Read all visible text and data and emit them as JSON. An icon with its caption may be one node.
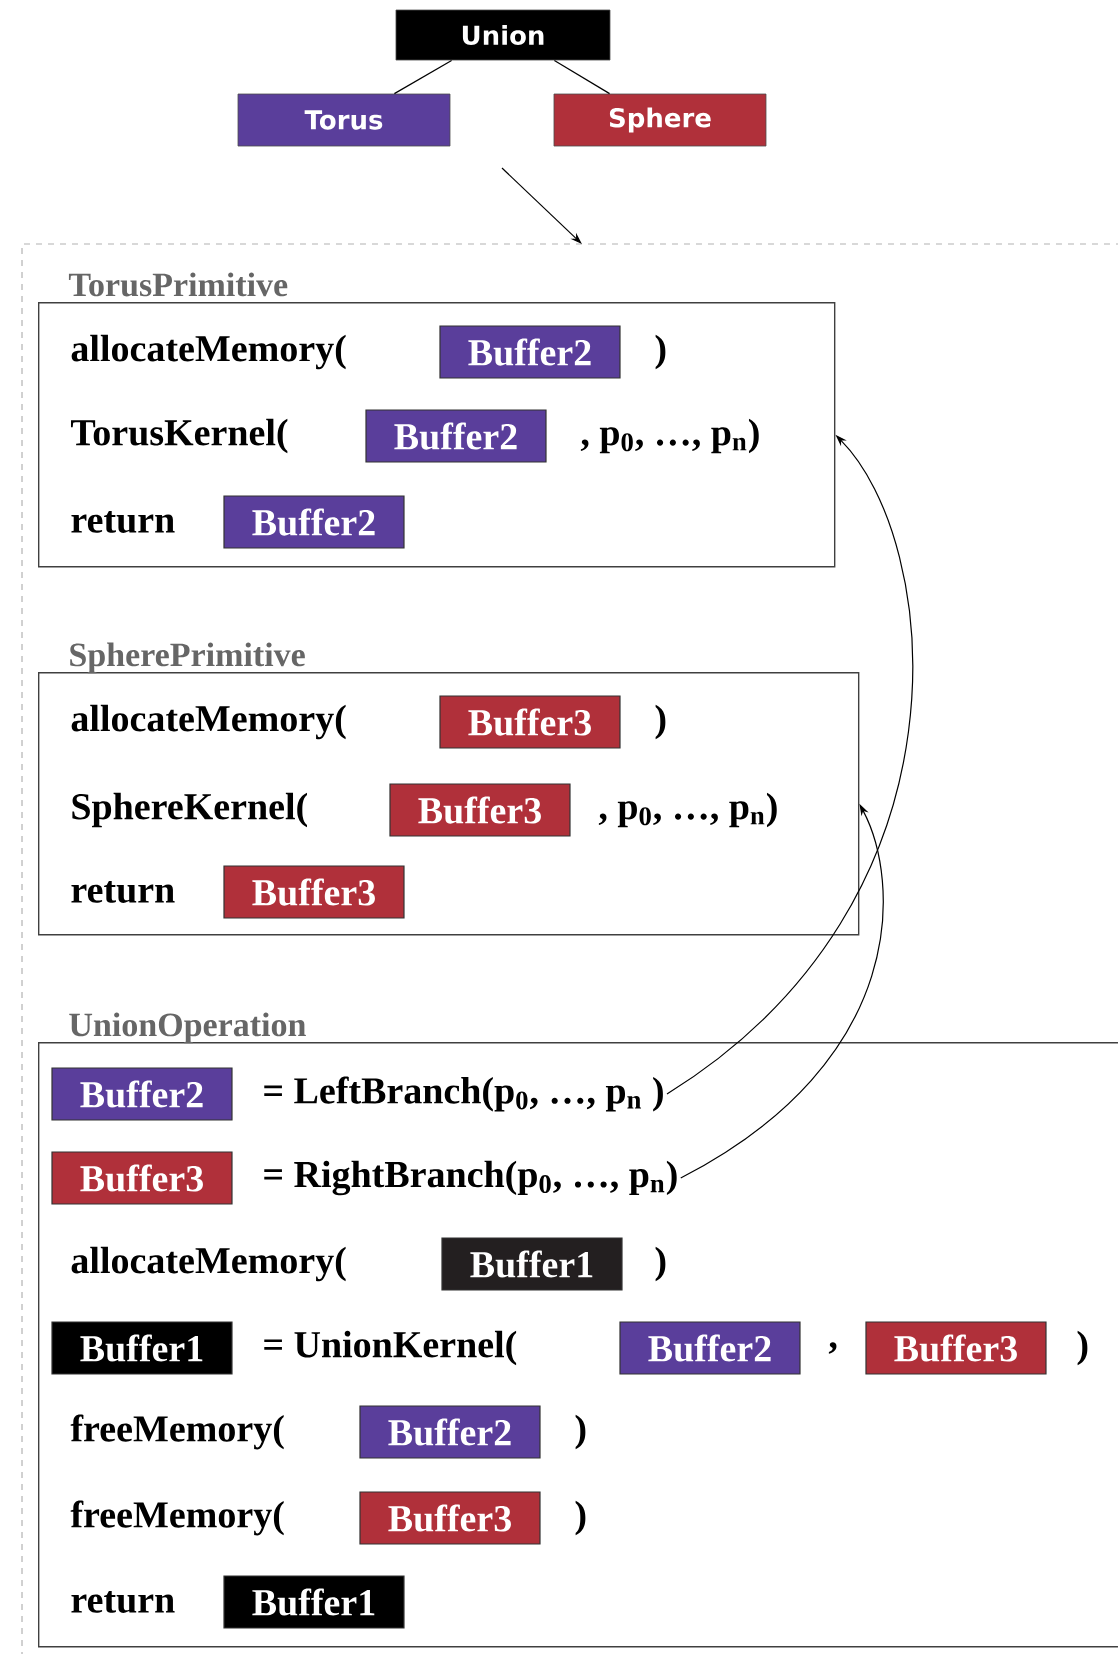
{
  "diagram": {
    "nodes": [
      {
        "text": [
          "Union"
        ]
      },
      {
        "text": [
          "Torus"
        ]
      },
      {
        "text": [
          "Sphere"
        ]
      },
      {
        "text": [],
        "shape": "box"
      },
      {
        "text": [
          "TorusPrimitive",
          "allocateMemory(",
          ")",
          "TorusKernel(",
          ", p$_{0}$, …, p$_{n}$)",
          "return"
        ],
        "in": 3
      },
      {
        "text": [
          "Buffer2"
        ],
        "in": 4
      },
      {
        "text": [
          "Buffer2"
        ],
        "in": 4
      },
      {
        "text": [
          "Buffer2"
        ],
        "in": 4
      },
      {
        "text": [
          "SpherePrimitive",
          "allocateMemory(",
          ")",
          "SphereKernel(",
          ", p$_{0}$, …, p$_{n}$)",
          "return"
        ],
        "in": 3
      },
      {
        "text": [
          "Buffer3"
        ],
        "in": 8
      },
      {
        "text": [
          "Buffer3"
        ],
        "in": 8
      },
      {
        "text": [
          "Buffer3"
        ],
        "in": 8
      },
      {
        "text": [
          "UnionOperation",
          "allocateMemory(",
          ")",
          "= UnionKernel(",
          ",",
          ")",
          "freeMemory(",
          ")",
          "freeMemory(",
          ")",
          "return"
        ],
        "in": 3
      },
      {
        "text": [
          "Buffer2"
        ],
        "in": 12
      },
      {
        "text": [
          "= LeftBranch(p$_{0}$, …, p$_{n}$ )"
        ],
        "in": 12
      },
      {
        "text": [
          "Buffer3"
        ],
        "in": 12
      },
      {
        "text": [
          "= RightBranch(p$_{0}$, …, p$_{n}$)"
        ],
        "in": 12
      },
      {
        "text": [
          "Buffer1"
        ],
        "in": 12
      },
      {
        "text": [
          "Buffer1"
        ],
        "in": 12
      },
      {
        "text": [
          "Buffer2"
        ],
        "in": 12
      },
      {
        "text": [
          "Buffer3"
        ],
        "in": 12
      },
      {
        "text": [
          "Buffer2"
        ],
        "in": 12
      },
      {
        "text": [
          "Buffer3"
        ],
        "in": 12
      },
      {
        "text": [
          "Buffer1"
        ],
        "in": 12
      }
    ],
    "edges": [
      {
        "from": 0,
        "to": 1,
        "arrow": "none"
      },
      {
        "from": 0,
        "to": 2,
        "arrow": "none"
      },
      {
        "from": null,
        "to": 3,
        "arrow": "to"
      },
      {
        "from": 14,
        "to": 4,
        "arrow": "to"
      },
      {
        "from": 16,
        "to": 8,
        "arrow": "to"
      }
    ]
  }
}
